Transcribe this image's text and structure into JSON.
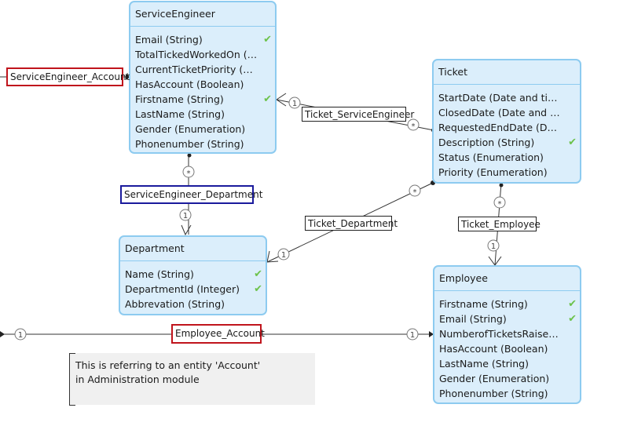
{
  "entities": {
    "service_engineer": {
      "title": "ServiceEngineer",
      "attributes": [
        {
          "text": "Email (String)",
          "checked": true
        },
        {
          "text": "TotalTickedWorkedOn (Integer)",
          "checked": false
        },
        {
          "text": "CurrentTicketPriority (Enumeration)",
          "checked": false
        },
        {
          "text": "HasAccount (Boolean)",
          "checked": false
        },
        {
          "text": "Firstname (String)",
          "checked": true
        },
        {
          "text": "LastName (String)",
          "checked": false
        },
        {
          "text": "Gender (Enumeration)",
          "checked": false
        },
        {
          "text": "Phonenumber (String)",
          "checked": false
        }
      ]
    },
    "ticket": {
      "title": "Ticket",
      "attributes": [
        {
          "text": "StartDate (Date and time)",
          "checked": false
        },
        {
          "text": "ClosedDate (Date and time)",
          "checked": false
        },
        {
          "text": "RequestedEndDate (Date and time)",
          "checked": false
        },
        {
          "text": "Description (String)",
          "checked": true
        },
        {
          "text": "Status (Enumeration)",
          "checked": false
        },
        {
          "text": "Priority (Enumeration)",
          "checked": false
        }
      ]
    },
    "department": {
      "title": "Department",
      "attributes": [
        {
          "text": "Name (String)",
          "checked": true
        },
        {
          "text": "DepartmentId (Integer)",
          "checked": true
        },
        {
          "text": "Abbrevation (String)",
          "checked": false
        }
      ]
    },
    "employee": {
      "title": "Employee",
      "attributes": [
        {
          "text": "Firstname (String)",
          "checked": true
        },
        {
          "text": "Email (String)",
          "checked": true
        },
        {
          "text": "NumberofTicketsRaised (Integer)",
          "checked": false
        },
        {
          "text": "HasAccount (Boolean)",
          "checked": false
        },
        {
          "text": "LastName (String)",
          "checked": false
        },
        {
          "text": "Gender (Enumeration)",
          "checked": false
        },
        {
          "text": "Phonenumber (String)",
          "checked": false
        }
      ]
    }
  },
  "associations": {
    "service_engineer_account": "ServiceEngineer_Account",
    "ticket_service_engineer": "Ticket_ServiceEngineer",
    "service_engineer_department": "ServiceEngineer_Department",
    "ticket_department": "Ticket_Department",
    "ticket_employee": "Ticket_Employee",
    "employee_account": "Employee_Account"
  },
  "multiplicity": {
    "one": "1",
    "many": "*"
  },
  "note": {
    "line1": "This is referring to an entity 'Account'",
    "line2": "in Administration module"
  },
  "colors": {
    "entity_fill": "#dbeefb",
    "entity_border": "#8dcbf0",
    "check": "#6cc24a",
    "external_assoc_border": "#c0141c",
    "selected_assoc_border": "#1a1a9c"
  }
}
